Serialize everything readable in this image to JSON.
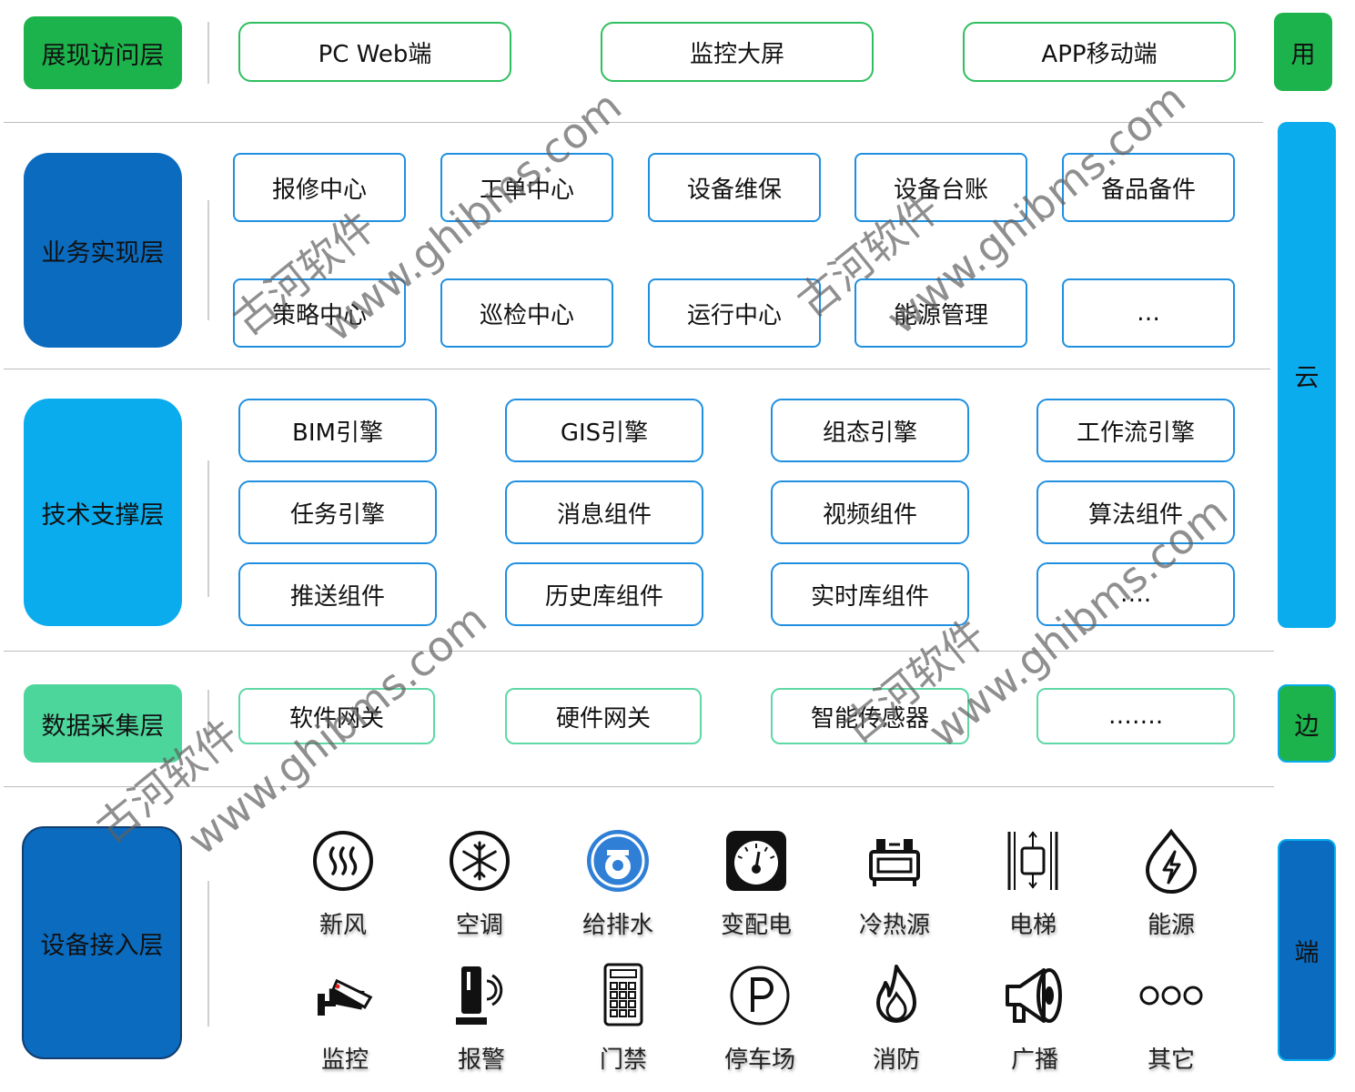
{
  "layers": {
    "presentation": {
      "label": "展现访问层",
      "items": [
        "PC Web端",
        "监控大屏",
        "APP移动端"
      ]
    },
    "business": {
      "label": "业务实现层",
      "row1": [
        "报修中心",
        "工单中心",
        "设备维保",
        "设备台账",
        "备品备件"
      ],
      "row2": [
        "策略中心",
        "巡检中心",
        "运行中心",
        "能源管理",
        "…"
      ]
    },
    "technical": {
      "label": "技术支撑层",
      "row1": [
        "BIM引擎",
        "GIS引擎",
        "组态引擎",
        "工作流引擎"
      ],
      "row2": [
        "任务引擎",
        "消息组件",
        "视频组件",
        "算法组件"
      ],
      "row3": [
        "推送组件",
        "历史库组件",
        "实时库组件",
        "…."
      ]
    },
    "data": {
      "label": "数据采集层",
      "items": [
        "软件网关",
        "硬件网关",
        "智能传感器",
        "……."
      ]
    },
    "device": {
      "label": "设备接入层",
      "row1": [
        {
          "label": "新风",
          "icon": "fresh-air-icon"
        },
        {
          "label": "空调",
          "icon": "air-conditioner-icon"
        },
        {
          "label": "给排水",
          "icon": "water-pump-icon"
        },
        {
          "label": "变配电",
          "icon": "power-meter-icon"
        },
        {
          "label": "冷热源",
          "icon": "chiller-icon"
        },
        {
          "label": "电梯",
          "icon": "elevator-icon"
        },
        {
          "label": "能源",
          "icon": "energy-drop-icon"
        }
      ],
      "row2": [
        {
          "label": "监控",
          "icon": "camera-icon"
        },
        {
          "label": "报警",
          "icon": "alarm-icon"
        },
        {
          "label": "门禁",
          "icon": "keypad-icon"
        },
        {
          "label": "停车场",
          "icon": "parking-icon"
        },
        {
          "label": "消防",
          "icon": "fire-icon"
        },
        {
          "label": "广播",
          "icon": "megaphone-icon"
        },
        {
          "label": "其它",
          "icon": "more-icon"
        }
      ]
    }
  },
  "side": {
    "app": "用",
    "cloud": "云",
    "edge": "边",
    "terminal": "端"
  },
  "watermarks": [
    "古河软件",
    "www.ghibms.com"
  ],
  "colors": {
    "green": "#1db34c",
    "dark_blue": "#0a6bbf",
    "sky_blue": "#0aacee",
    "mint": "#4dd69c"
  }
}
